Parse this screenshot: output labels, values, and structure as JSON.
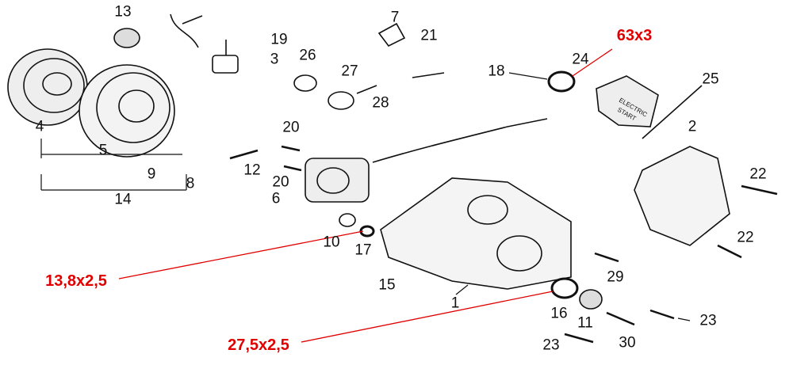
{
  "diagram": {
    "part_numbers": [
      "13",
      "19",
      "3",
      "7",
      "21",
      "26",
      "27",
      "28",
      "18",
      "24",
      "25",
      "4",
      "5",
      "9",
      "8",
      "14",
      "12",
      "20",
      "20",
      "6",
      "2",
      "22",
      "22",
      "10",
      "17",
      "15",
      "1",
      "29",
      "16",
      "11",
      "23",
      "23",
      "30"
    ],
    "dimension_callouts": [
      "63x3",
      "13,8x2,5",
      "27,5x2,5"
    ],
    "cover_text": [
      "ELECTRIC",
      "START"
    ],
    "colors": {
      "callout": "#e00000",
      "line": "#111111"
    }
  }
}
